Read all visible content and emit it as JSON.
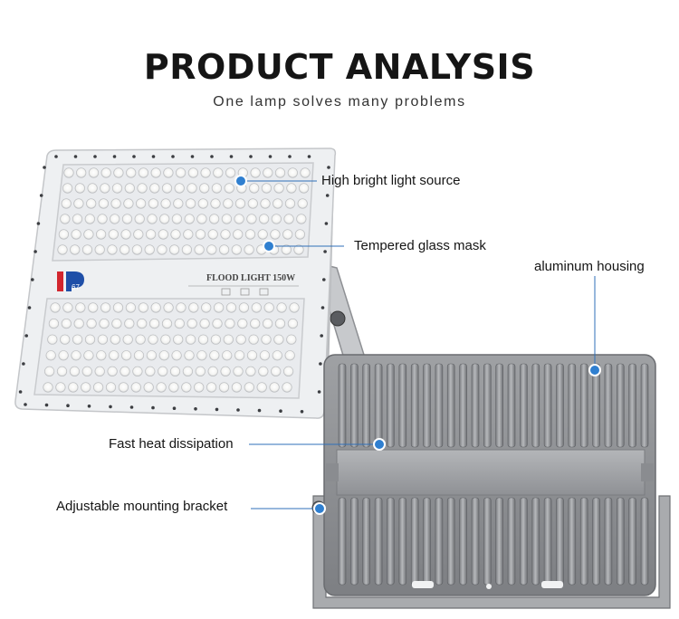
{
  "header": {
    "title": "PRODUCT ANALYSIS",
    "subtitle": "One lamp solves many problems"
  },
  "product": {
    "panel_label": "FLOOD LIGHT 150W",
    "ip_logo": "IP67"
  },
  "callouts": {
    "light_source": "High bright light source",
    "glass_mask": "Tempered glass mask",
    "housing": "aluminum housing",
    "heat": "Fast heat dissipation",
    "bracket": "Adjustable mounting bracket"
  },
  "colors": {
    "callout_dot": "#2f7fd0",
    "callout_line": "#2f6fb8",
    "housing_gray": "#8c8e92",
    "panel_white": "#eef0f2"
  }
}
